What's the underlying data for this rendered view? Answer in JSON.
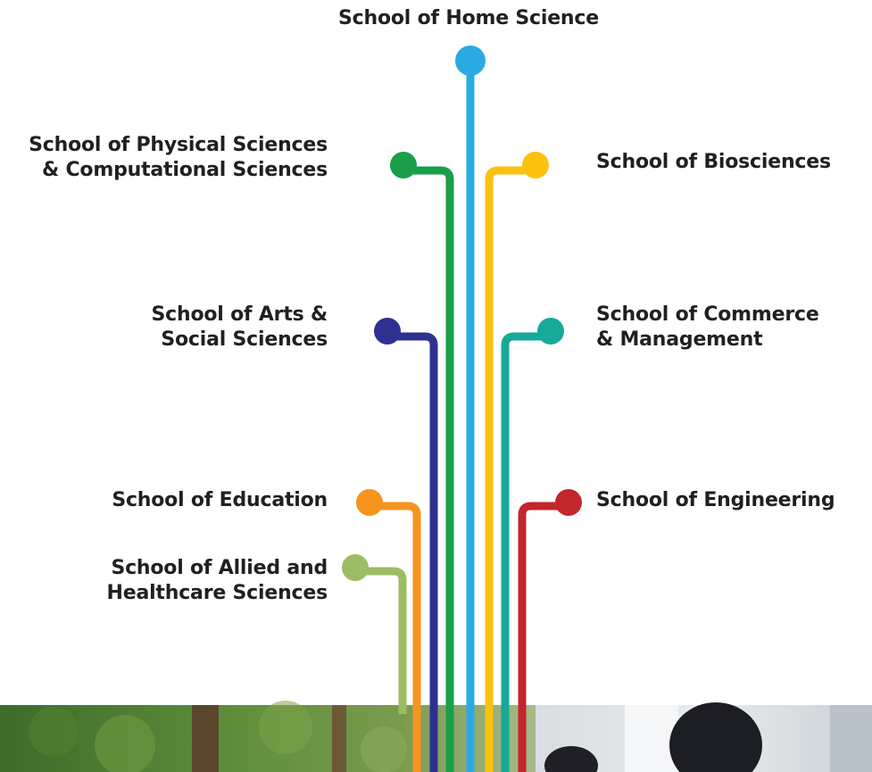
{
  "schools": [
    {
      "id": "home-science",
      "label": "School of Home Science",
      "color": "#29abe2"
    },
    {
      "id": "physical-computational",
      "label": "School of Physical Sciences\n& Computational Sciences",
      "color": "#1a9e48"
    },
    {
      "id": "biosciences",
      "label": "School of Biosciences",
      "color": "#fcc10e"
    },
    {
      "id": "arts-social",
      "label": "School of Arts &\nSocial Sciences",
      "color": "#2e3192"
    },
    {
      "id": "commerce-management",
      "label": "School of Commerce\n& Management",
      "color": "#17a99a"
    },
    {
      "id": "education",
      "label": "School of Education",
      "color": "#f7941d"
    },
    {
      "id": "engineering",
      "label": "School of Engineering",
      "color": "#c1272d"
    },
    {
      "id": "allied-healthcare",
      "label": "School of Allied and\nHealthcare Sciences",
      "color": "#9cbd63"
    }
  ]
}
